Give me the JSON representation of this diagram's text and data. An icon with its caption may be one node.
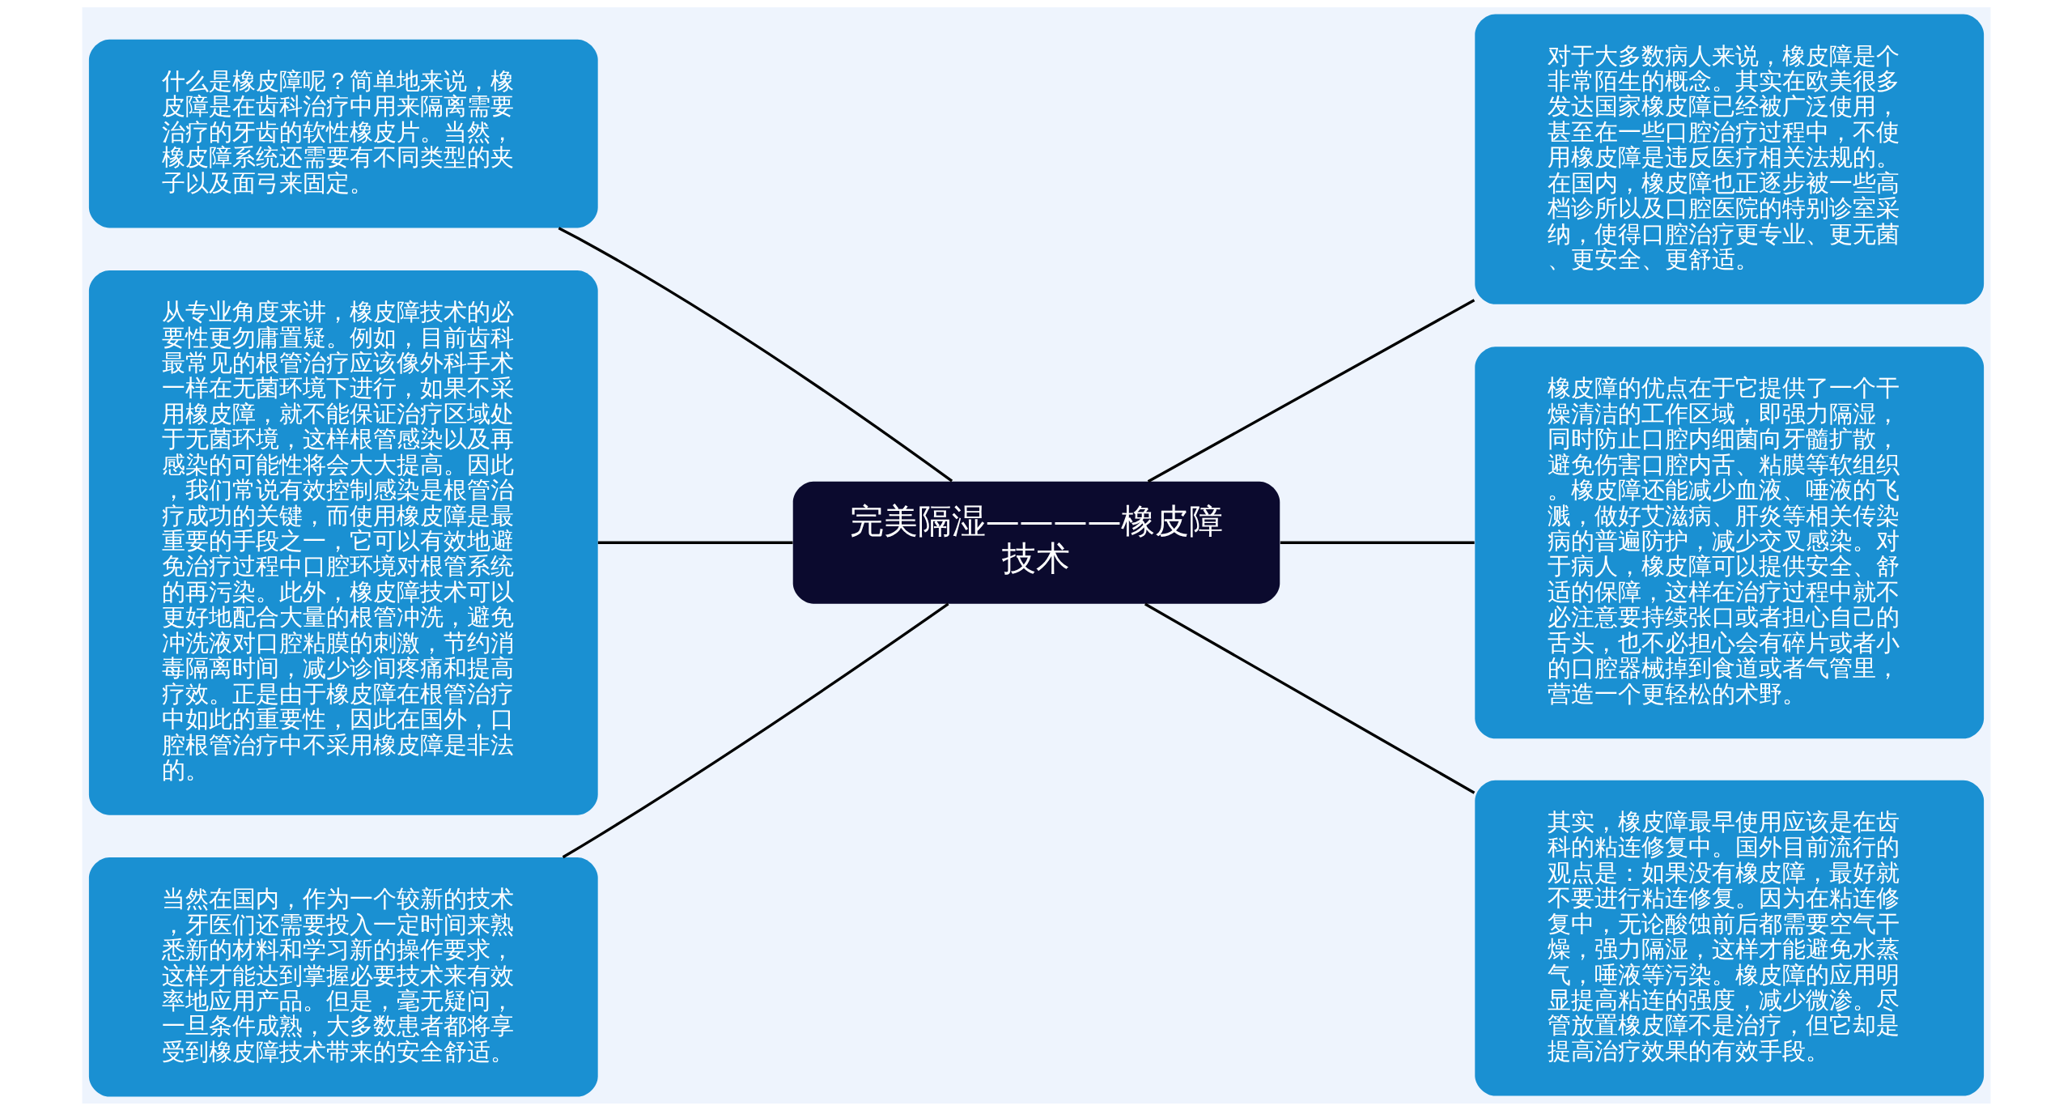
{
  "diagram": {
    "nodes": [
      {
        "text": [
          "完美隔湿————橡皮障技术"
        ]
      },
      {
        "text": [
          "什么是橡皮障呢？简单地来说，橡皮障是在齿科治疗中用来隔离需要治疗的牙齿的软性橡皮片。当然，橡皮障系统还需要有不同类型的夹子以及面弓来固定。"
        ]
      },
      {
        "text": [
          "从专业角度来讲，橡皮障技术的必要性更勿庸置疑。例如，目前齿科最常见的根管治疗应该像外科手术一样在无菌环境下进行，如果不采用橡皮障，就不能保证治疗区域处于无菌环境，这样根管感染以及再感染的可能性将会大大提高。因此，我们常说有效控制感染是根管治疗成功的关键，而使用橡皮障是最重要的手段之一，它可以有效地避免治疗过程中口腔环境对根管系统的再污染。此外，橡皮障技术可以更好地配合大量的根管冲洗，避免冲洗液对口腔粘膜的刺激，节约消毒隔离时间，减少诊间疼痛和提高疗效。正是由于橡皮障在根管治疗中如此的重要性，因此在国外，口腔根管治疗中不采用橡皮障是非法的。"
        ]
      },
      {
        "text": [
          "当然在国内，作为一个较新的技术，牙医们还需要投入一定时间来熟悉新的材料和学习新的操作要求，这样才能达到掌握必要技术来有效率地应用产品。但是，毫无疑问，一旦条件成熟，大多数患者都将享受到橡皮障技术带来的安全舒适。"
        ]
      },
      {
        "text": [
          "对于大多数病人来说，橡皮障是个非常陌生的概念。其实在欧美很多发达国家橡皮障已经被广泛使用，甚至在一些口腔治疗过程中，不使用橡皮障是违反医疗相关法规的。在国内，橡皮障也正逐步被一些高档诊所以及口腔医院的特别诊室采纳，使得口腔治疗更专业、更无菌、更安全、更舒适。"
        ]
      },
      {
        "text": [
          "橡皮障的优点在于它提供了一个干燥清洁的工作区域，即强力隔湿，同时防止口腔内细菌向牙髓扩散，避免伤害口腔内舌、粘膜等软组织。橡皮障还能减少血液、唾液的飞溅，做好艾滋病、肝炎等相关传染病的普遍防护，减少交叉感染。对于病人，橡皮障可以提供安全、舒适的保障，这样在治疗过程中就不必注意要持续张口或者担心自己的舌头，也不必担心会有碎片或者小的口腔器械掉到食道或者气管里，营造一个更轻松的术野。"
        ]
      },
      {
        "text": [
          "其实，橡皮障最早使用应该是在齿科的粘连修复中。国外目前流行的观点是：如果没有橡皮障，最好就不要进行粘连修复。因为在粘连修复中，无论酸蚀前后都需要空气干燥，强力隔湿，这样才能避免水蒸气，唾液等污染。橡皮障的应用明显提高粘连的强度，减少微渗。尽管放置橡皮障不是治疗，但它却是提高治疗效果的有效手段。"
        ]
      }
    ],
    "edges": [
      {
        "from": 1,
        "to": 0,
        "arrow": "none"
      },
      {
        "from": 2,
        "to": 0,
        "arrow": "none"
      },
      {
        "from": 3,
        "to": 0,
        "arrow": "none"
      },
      {
        "from": 0,
        "to": 4,
        "arrow": "none"
      },
      {
        "from": 0,
        "to": 5,
        "arrow": "none"
      },
      {
        "from": 0,
        "to": 6,
        "arrow": "none"
      }
    ]
  }
}
